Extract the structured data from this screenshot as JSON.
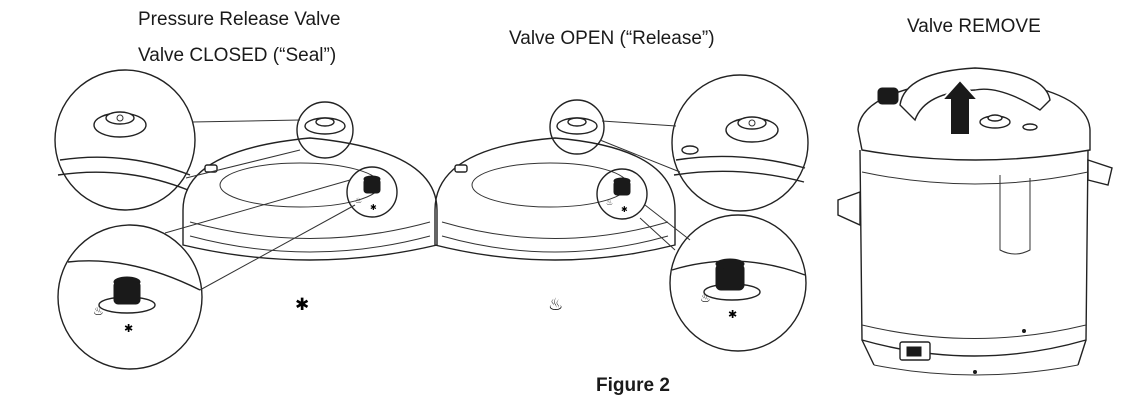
{
  "labels": {
    "pressure_release_valve": "Pressure Release Valve",
    "valve_closed": "Valve CLOSED (“Seal”)",
    "valve_open": "Valve OPEN (“Release”)",
    "valve_remove": "Valve REMOVE"
  },
  "caption": "Figure 2",
  "icons": {
    "seal_symbol": "seal-symbol-icon",
    "release_symbol": "release-symbol-icon",
    "arrow": "up-arrow-icon"
  }
}
